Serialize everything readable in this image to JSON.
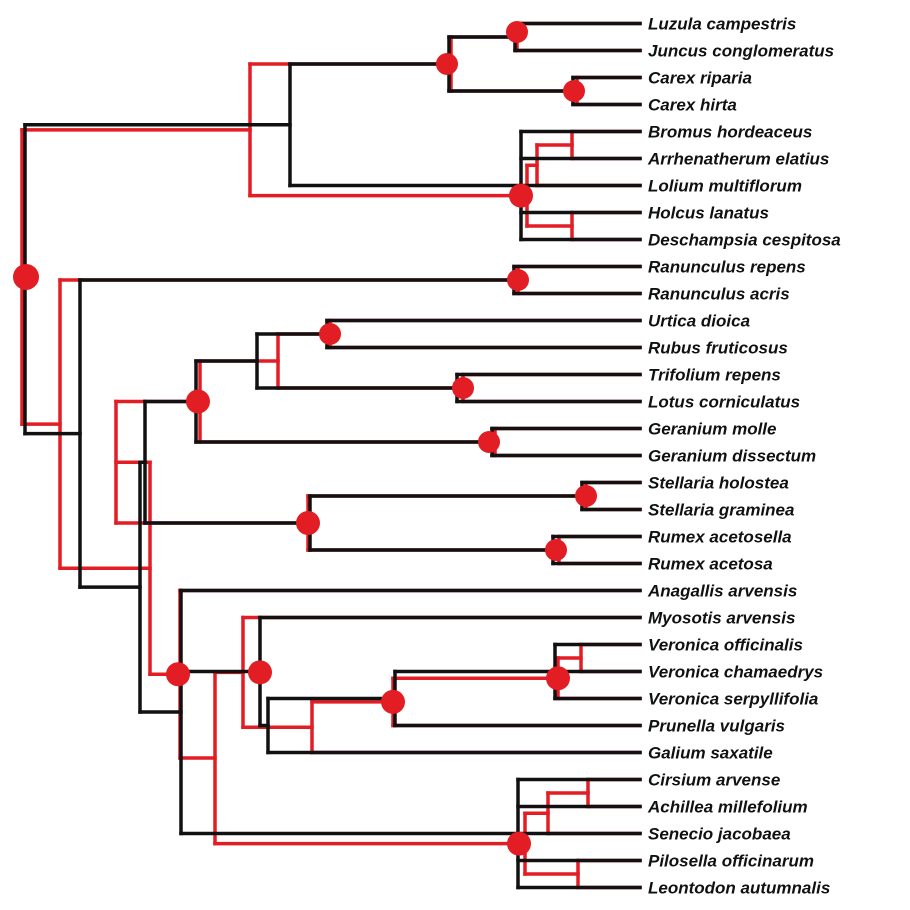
{
  "colors": {
    "tree_a": "#111111",
    "tree_b": "#e21d24",
    "node_marker": "#e21d24"
  },
  "taxa": [
    "Luzula campestris",
    "Juncus conglomeratus",
    "Carex riparia",
    "Carex hirta",
    "Bromus hordeaceus",
    "Arrhenatherum elatius",
    "Lolium multiflorum",
    "Holcus lanatus",
    "Deschampsia cespitosa",
    "Ranunculus repens",
    "Ranunculus acris",
    "Urtica dioica",
    "Rubus fruticosus",
    "Trifolium repens",
    "Lotus corniculatus",
    "Geranium molle",
    "Geranium dissectum",
    "Stellaria holostea",
    "Stellaria graminea",
    "Rumex acetosella",
    "Rumex acetosa",
    "Anagallis arvensis",
    "Myosotis arvensis",
    "Veronica officinalis",
    "Veronica chamaedrys",
    "Veronica serpyllifolia",
    "Prunella vulgaris",
    "Galium saxatile",
    "Cirsium arvense",
    "Achillea millefolium",
    "Senecio jacobaea",
    "Pilosella officinarum",
    "Leontodon autumnalis"
  ]
}
